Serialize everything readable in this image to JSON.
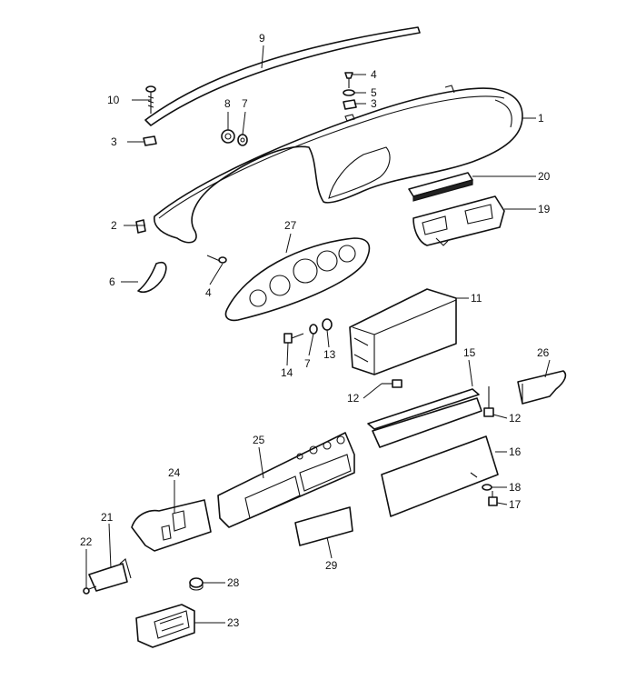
{
  "diagram": {
    "callouts": [
      {
        "id": "c1",
        "label": "1"
      },
      {
        "id": "c2",
        "label": "2"
      },
      {
        "id": "c3a",
        "label": "3"
      },
      {
        "id": "c3b",
        "label": "3"
      },
      {
        "id": "c4a",
        "label": "4"
      },
      {
        "id": "c4b",
        "label": "4"
      },
      {
        "id": "c5",
        "label": "5"
      },
      {
        "id": "c6",
        "label": "6"
      },
      {
        "id": "c7a",
        "label": "7"
      },
      {
        "id": "c7b",
        "label": "7"
      },
      {
        "id": "c8",
        "label": "8"
      },
      {
        "id": "c9",
        "label": "9"
      },
      {
        "id": "c10",
        "label": "10"
      },
      {
        "id": "c11",
        "label": "11"
      },
      {
        "id": "c12a",
        "label": "12"
      },
      {
        "id": "c12b",
        "label": "12"
      },
      {
        "id": "c13",
        "label": "13"
      },
      {
        "id": "c14",
        "label": "14"
      },
      {
        "id": "c15",
        "label": "15"
      },
      {
        "id": "c16",
        "label": "16"
      },
      {
        "id": "c17",
        "label": "17"
      },
      {
        "id": "c18",
        "label": "18"
      },
      {
        "id": "c19",
        "label": "19"
      },
      {
        "id": "c20",
        "label": "20"
      },
      {
        "id": "c21",
        "label": "21"
      },
      {
        "id": "c22",
        "label": "22"
      },
      {
        "id": "c23",
        "label": "23"
      },
      {
        "id": "c24",
        "label": "24"
      },
      {
        "id": "c25",
        "label": "25"
      },
      {
        "id": "c26",
        "label": "26"
      },
      {
        "id": "c27",
        "label": "27"
      },
      {
        "id": "c28",
        "label": "28"
      },
      {
        "id": "c29",
        "label": "29"
      }
    ]
  }
}
